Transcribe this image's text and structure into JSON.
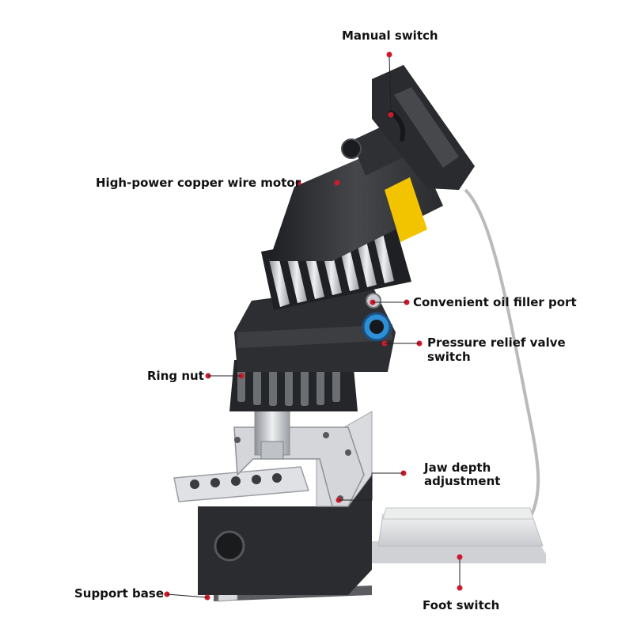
{
  "colors": {
    "callout_dot": "#d0192b",
    "label_text": "#111111",
    "tool_dark": "#2a2b2e",
    "tool_mid": "#4a4c50",
    "accent_yellow": "#f2c400",
    "steel": "#c9ccd1",
    "pedal": "#e4e5e7",
    "valve_blue": "#2f8fd6"
  },
  "labels": {
    "manual_switch": "Manual switch",
    "motor": "High-power copper wire motor",
    "oil_port": "Convenient oil filler port",
    "relief_valve_line1": "Pressure relief valve",
    "relief_valve_line2": "switch",
    "ring_nut": "Ring nut",
    "jaw_depth_line1": "Jaw depth",
    "jaw_depth_line2": "adjustment",
    "support_base": "Support base",
    "foot_switch": "Foot switch"
  }
}
